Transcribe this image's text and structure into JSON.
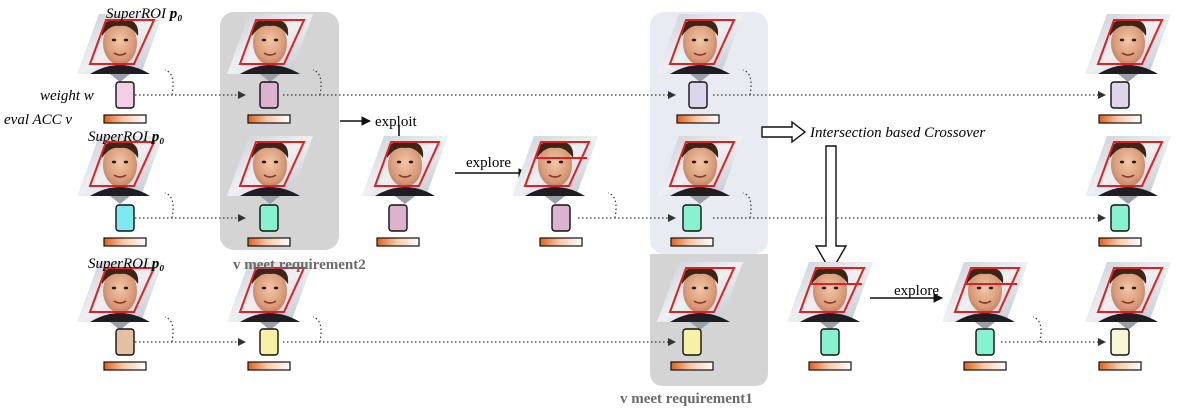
{
  "labels": {
    "superroi_1": "SuperROI p₀",
    "superroi_2": "SuperROI p₀",
    "superroi_3": "SuperROI p₀",
    "weight": "weight w",
    "eval_acc": "eval ACC v",
    "exploit": "exploit",
    "explore_1": "explore",
    "explore_2": "explore",
    "crossover": "Intersection based Crossover",
    "requirement2": "v meet requirement2",
    "requirement1": "v meet requirement1"
  },
  "colors": {
    "roi_red": "#e02020",
    "box_pink": "#f4cde6",
    "box_mauve": "#dcb2cf",
    "box_lavender": "#ddd6ea",
    "box_cyan": "#7fe9f2",
    "box_mint": "#86f2cf",
    "box_tan": "#e4bfa3",
    "box_yellow": "#f7f1a7",
    "box_cream": "#f9f8d6",
    "panel_grey": "#d4d4d4",
    "panel_blue": "#e9ebf3"
  },
  "icons": {
    "face_thumbnail": "face-photo-icon",
    "weight_box": "weight-box-icon",
    "acc_bar": "gradient-bar-icon"
  }
}
